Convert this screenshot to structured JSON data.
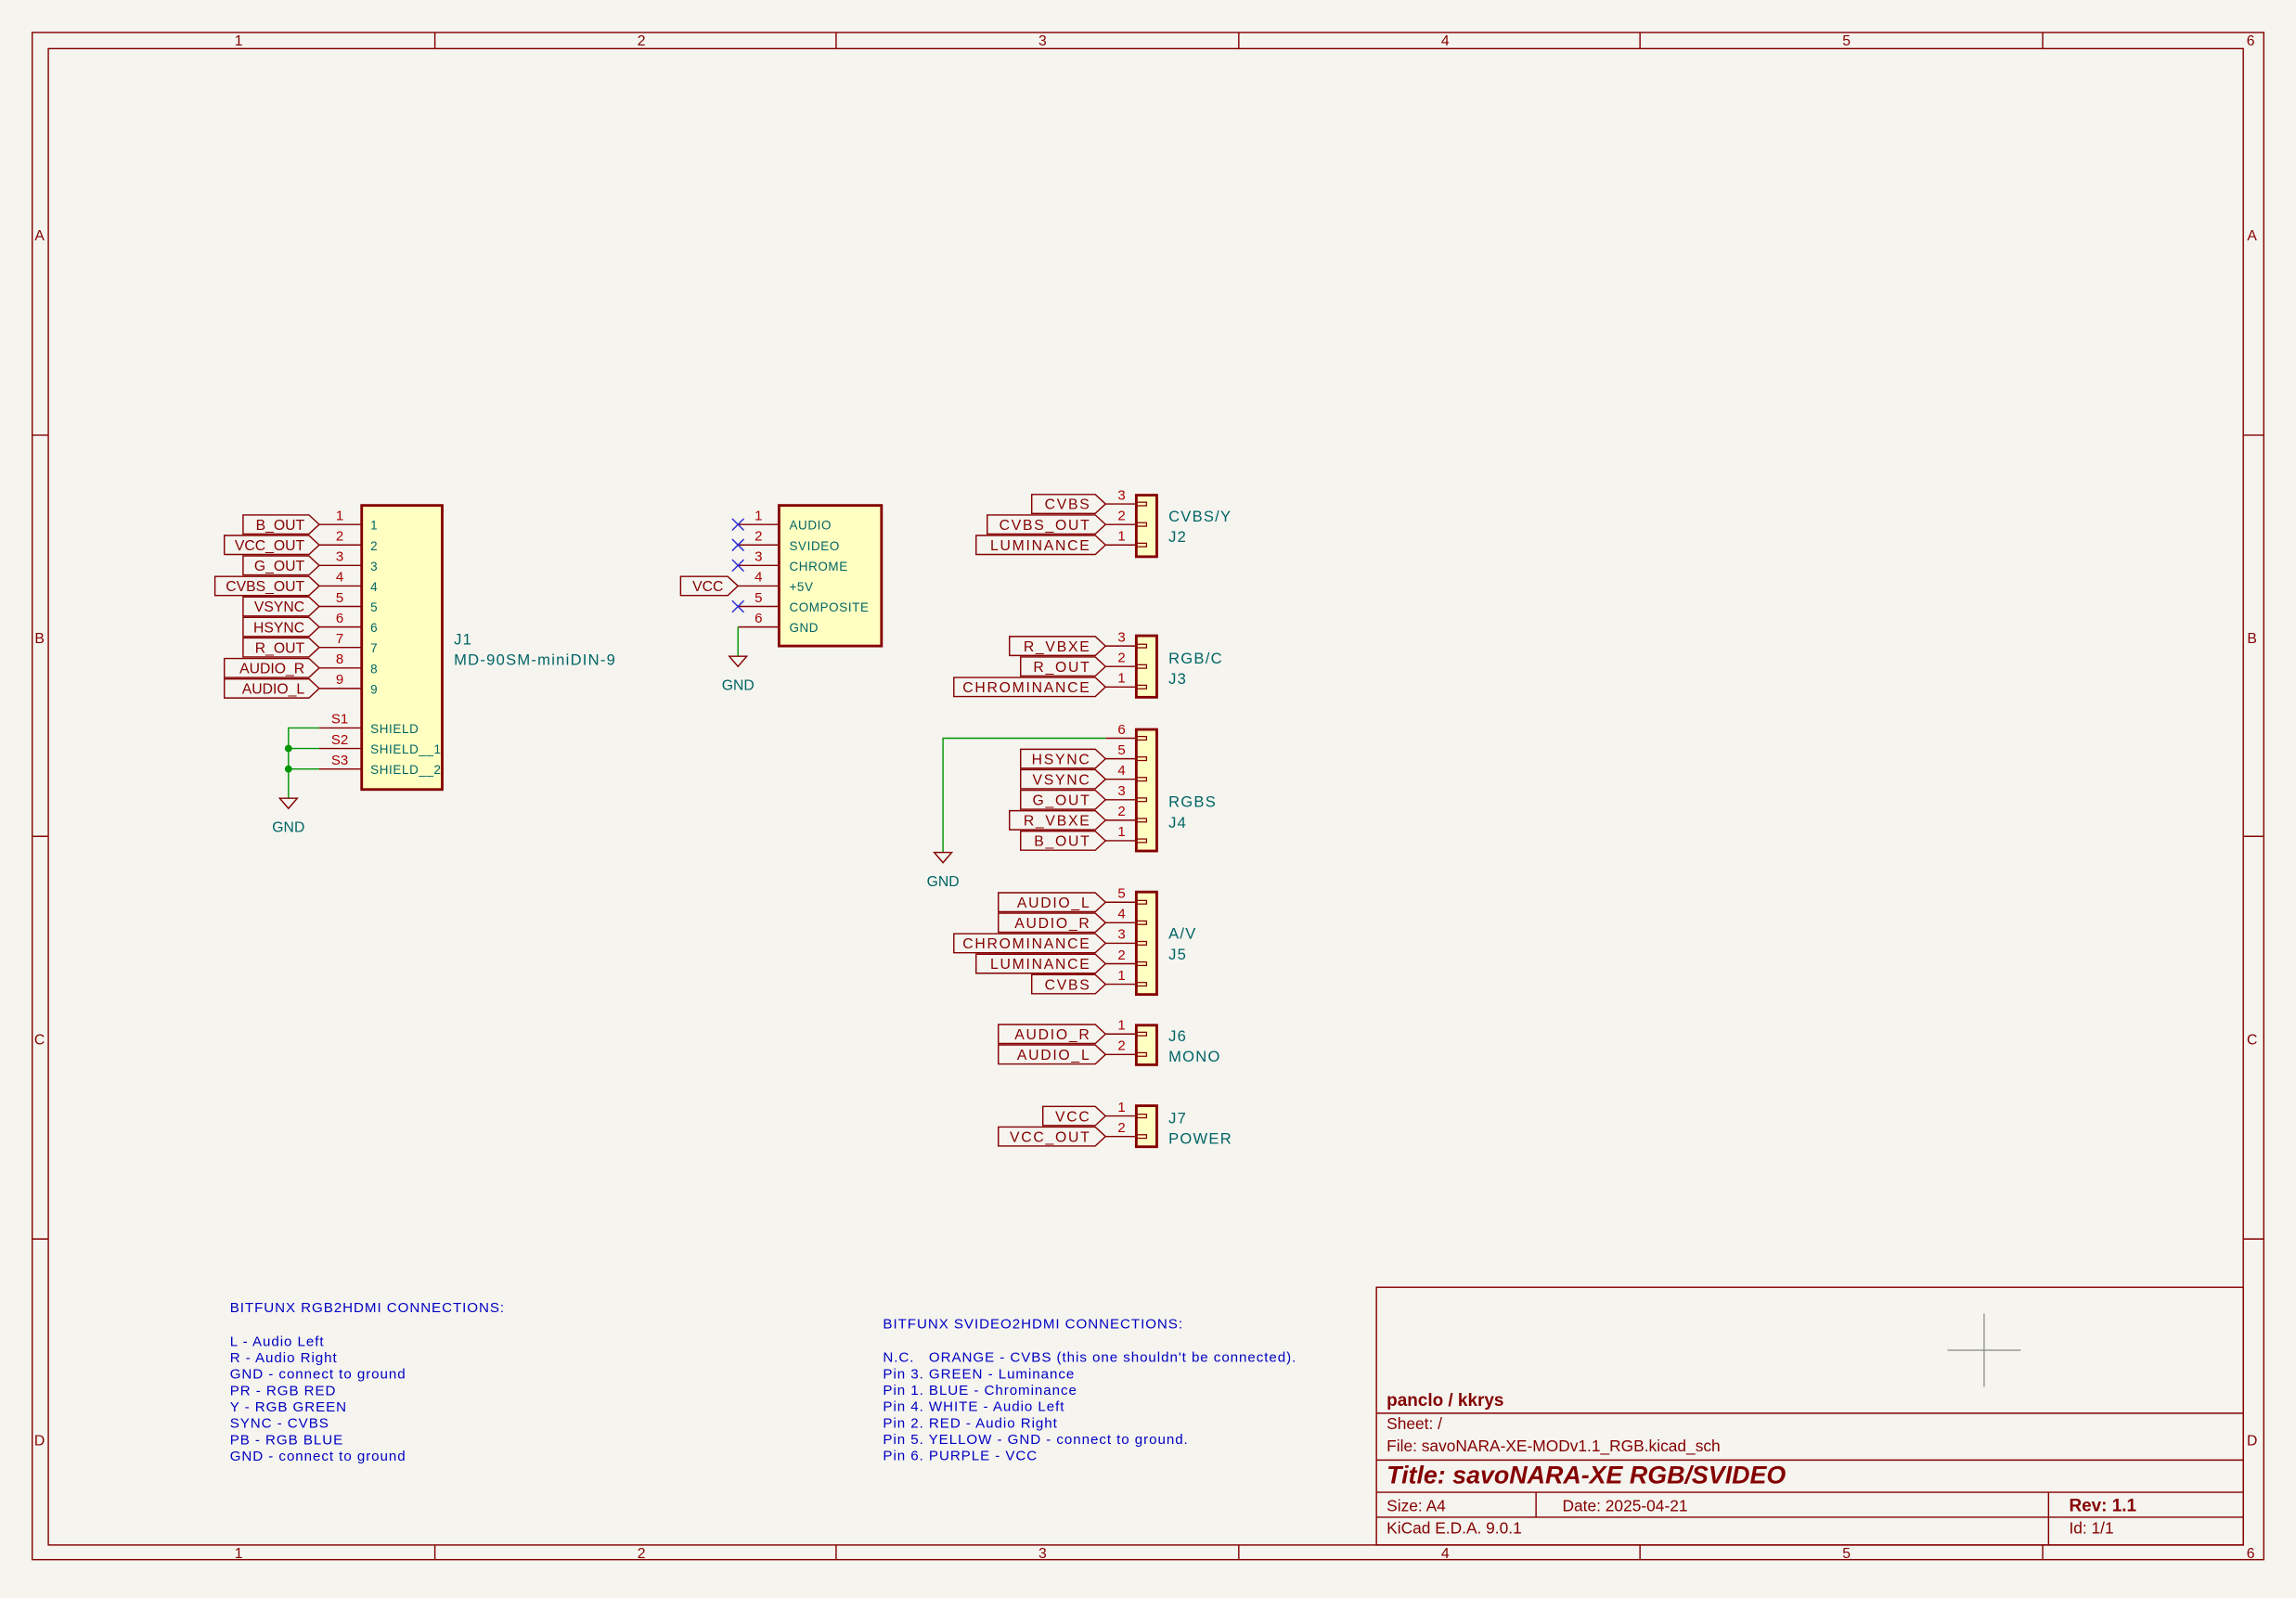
{
  "frame": {
    "columns": [
      "1",
      "2",
      "3",
      "4",
      "5",
      "6"
    ],
    "rows": [
      "A",
      "B",
      "C",
      "D"
    ]
  },
  "components": {
    "J1": {
      "ref": "J1",
      "value": "MD-90SM-miniDIN-9",
      "pins": [
        {
          "num": "1",
          "name": "1",
          "net": "B_OUT"
        },
        {
          "num": "2",
          "name": "2",
          "net": "VCC_OUT"
        },
        {
          "num": "3",
          "name": "3",
          "net": "G_OUT"
        },
        {
          "num": "4",
          "name": "4",
          "net": "CVBS_OUT"
        },
        {
          "num": "5",
          "name": "5",
          "net": "VSYNC"
        },
        {
          "num": "6",
          "name": "6",
          "net": "HSYNC"
        },
        {
          "num": "7",
          "name": "7",
          "net": "R_OUT"
        },
        {
          "num": "8",
          "name": "8",
          "net": "AUDIO_R"
        },
        {
          "num": "9",
          "name": "9",
          "net": "AUDIO_L"
        },
        {
          "num": "S1",
          "name": "SHIELD"
        },
        {
          "num": "S2",
          "name": "SHIELD__1"
        },
        {
          "num": "S3",
          "name": "SHIELD__2"
        }
      ]
    },
    "SVIDEO": {
      "pins": [
        {
          "num": "1",
          "name": "AUDIO",
          "no_connect": true
        },
        {
          "num": "2",
          "name": "SVIDEO",
          "no_connect": true
        },
        {
          "num": "3",
          "name": "CHROME",
          "no_connect": true
        },
        {
          "num": "4",
          "name": "+5V",
          "net": "VCC"
        },
        {
          "num": "5",
          "name": "COMPOSITE",
          "no_connect": true
        },
        {
          "num": "6",
          "name": "GND"
        }
      ]
    },
    "J2": {
      "ref": "J2",
      "value": "CVBS/Y",
      "pins": [
        {
          "num": "3",
          "net": "CVBS"
        },
        {
          "num": "2",
          "net": "CVBS_OUT"
        },
        {
          "num": "1",
          "net": "LUMINANCE"
        }
      ]
    },
    "J3": {
      "ref": "J3",
      "value": "RGB/C",
      "pins": [
        {
          "num": "3",
          "net": "R_VBXE"
        },
        {
          "num": "2",
          "net": "R_OUT"
        },
        {
          "num": "1",
          "net": "CHROMINANCE"
        }
      ]
    },
    "J4": {
      "ref": "J4",
      "value": "RGBS",
      "pins": [
        {
          "num": "6"
        },
        {
          "num": "5",
          "net": "HSYNC"
        },
        {
          "num": "4",
          "net": "VSYNC"
        },
        {
          "num": "3",
          "net": "G_OUT"
        },
        {
          "num": "2",
          "net": "R_VBXE"
        },
        {
          "num": "1",
          "net": "B_OUT"
        }
      ]
    },
    "J5": {
      "ref": "J5",
      "value": "A/V",
      "pins": [
        {
          "num": "5",
          "net": "AUDIO_L"
        },
        {
          "num": "4",
          "net": "AUDIO_R"
        },
        {
          "num": "3",
          "net": "CHROMINANCE"
        },
        {
          "num": "2",
          "net": "LUMINANCE"
        },
        {
          "num": "1",
          "net": "CVBS"
        }
      ]
    },
    "J6": {
      "ref": "J6",
      "value": "MONO",
      "pins": [
        {
          "num": "1",
          "net": "AUDIO_R"
        },
        {
          "num": "2",
          "net": "AUDIO_L"
        }
      ]
    },
    "J7": {
      "ref": "J7",
      "value": "POWER",
      "pins": [
        {
          "num": "1",
          "net": "VCC"
        },
        {
          "num": "2",
          "net": "VCC_OUT"
        }
      ]
    }
  },
  "power": {
    "gnd1": "GND",
    "gnd2": "GND",
    "gnd3": "GND"
  },
  "notes": {
    "rgb2hdmi": {
      "title": "BITFUNX RGB2HDMI CONNECTIONS:",
      "lines": [
        "L - Audio Left",
        "R - Audio Right",
        "GND - connect to ground",
        "PR - RGB RED",
        "Y - RGB GREEN",
        "SYNC - CVBS",
        "PB - RGB BLUE",
        "GND - connect to ground"
      ]
    },
    "svideo2hdmi": {
      "title": "BITFUNX SVIDEO2HDMI CONNECTIONS:",
      "lines": [
        "N.C.   ORANGE - CVBS (this one shouldn't be connected).",
        "Pin 3. GREEN - Luminance",
        "Pin 1. BLUE - Chrominance",
        "Pin 4. WHITE - Audio Left",
        "Pin 2. RED - Audio Right",
        "Pin 5. YELLOW - GND - connect to ground.",
        "Pin 6. PURPLE - VCC"
      ]
    }
  },
  "title_block": {
    "company": "panclo / kkrys",
    "sheet": "Sheet: /",
    "file": "File: savoNARA-XE-MODv1.1_RGB.kicad_sch",
    "title": "Title: savoNARA-XE RGB/SVIDEO",
    "size": "Size: A4",
    "date": "Date: 2025-04-21",
    "rev": "Rev: 1.1",
    "tool": "KiCad E.D.A. 9.0.1",
    "id": "Id: 1/1"
  },
  "colors": {
    "background": "#f5f4ef",
    "border": "#840000",
    "symbol_fill": "#ffffc2",
    "wire": "#009600",
    "note_text": "#0000c2",
    "pin_text": "#006464"
  }
}
